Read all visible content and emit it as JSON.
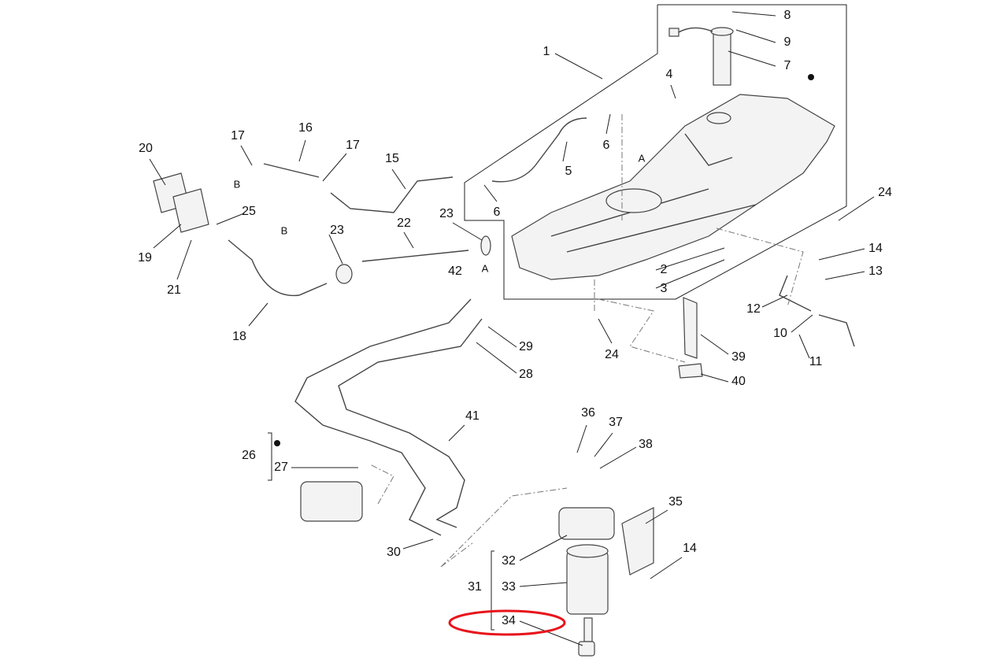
{
  "diagram": {
    "callouts": [
      "1",
      "8",
      "9",
      "7",
      "4",
      "6",
      "5",
      "6",
      "A",
      "24",
      "17",
      "16",
      "17",
      "15",
      "20",
      "B",
      "25",
      "19",
      "B",
      "21",
      "23",
      "22",
      "23",
      "42",
      "A",
      "2",
      "3",
      "14",
      "13",
      "12",
      "10",
      "11",
      "18",
      "24",
      "39",
      "29",
      "28",
      "40",
      "26",
      "27",
      "41",
      "36",
      "37",
      "38",
      "35",
      "14",
      "30",
      "32",
      "31",
      "33",
      "34"
    ],
    "highlight_color": "#e8141c",
    "highlighted_callout": "34"
  }
}
